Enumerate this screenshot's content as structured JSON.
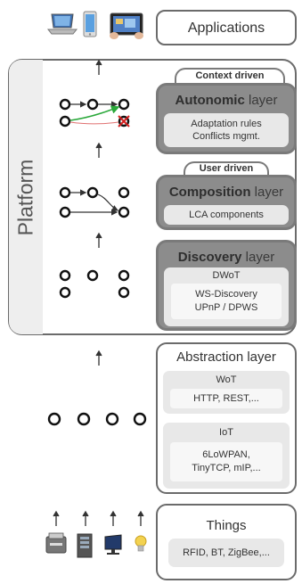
{
  "applications": {
    "title": "Applications"
  },
  "platform": {
    "label": "Platform"
  },
  "autonomic": {
    "tag": "Context driven",
    "title_bold": "Autonomic",
    "title_rest": " layer",
    "items": [
      "Adaptation rules",
      "Conflicts mgmt."
    ]
  },
  "composition": {
    "tag": "User driven",
    "title_bold": "Composition",
    "title_rest": " layer",
    "items": [
      "LCA components"
    ]
  },
  "discovery": {
    "title_bold": "Discovery",
    "title_rest": " layer",
    "subtitle": "DWoT",
    "items": [
      "WS-Discovery",
      "UPnP / DPWS"
    ]
  },
  "abstraction": {
    "title": "Abstraction layer",
    "wot": {
      "title": "WoT",
      "items": [
        "HTTP, REST,..."
      ]
    },
    "iot": {
      "title": "IoT",
      "items": [
        "6LoWPAN,",
        "TinyTCP, mIP,..."
      ]
    }
  },
  "things": {
    "title": "Things",
    "items": [
      "RFID, BT, ZigBee,..."
    ]
  },
  "icons": [
    "laptop-icon",
    "smartphone-icon",
    "tablet-icon",
    "printer-icon",
    "server-icon",
    "monitor-icon",
    "lightbulb-icon"
  ],
  "colors": {
    "green_arrow": "#2aa83a",
    "red_cross": "#d42020",
    "layer_gray": "#8c8c8c"
  }
}
